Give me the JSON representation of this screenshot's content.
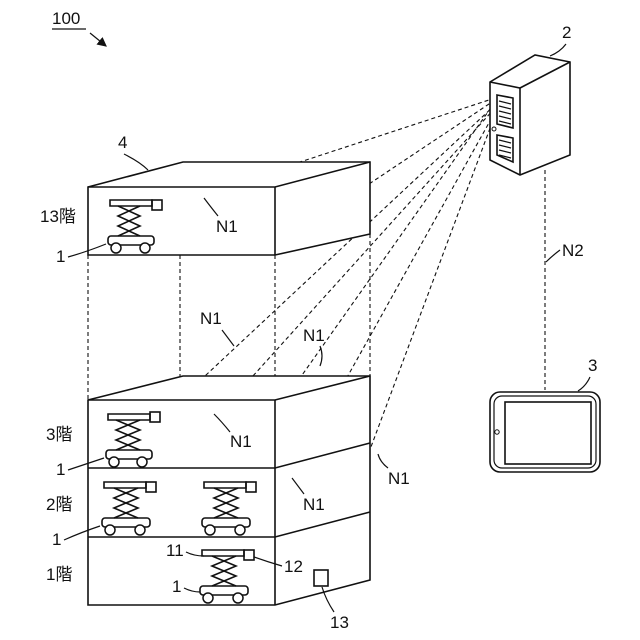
{
  "figure": {
    "system_label": "100",
    "server_label": "2",
    "tablet_label": "3",
    "building_label": "4",
    "network_label": "N1",
    "network2_label": "N2",
    "floor_13": "13階",
    "floor_3": "3階",
    "floor_2": "2階",
    "floor_1": "1階",
    "robot_label": "1",
    "part_11": "11",
    "part_12": "12",
    "part_13": "13"
  }
}
